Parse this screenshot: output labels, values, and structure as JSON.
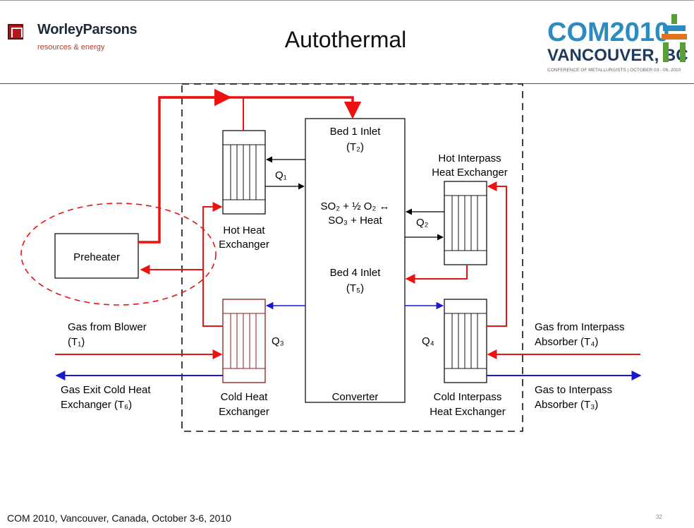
{
  "header": {
    "company_name": "WorleyParsons",
    "company_tagline": "resources & energy",
    "title": "Autothermal",
    "conference_logo": {
      "line1": "COM2010",
      "line2": "VANCOUVER, BC",
      "line3": "CONFERENCE OF METALLURGISTS | OCTOBER 03 - 06, 2010"
    }
  },
  "diagram": {
    "converter": {
      "bed1_label": "Bed 1 Inlet",
      "bed1_temp": "(T₂)",
      "reaction_line1": "SO₂ + ½ O₂ ↔",
      "reaction_line2": "SO₃ + Heat",
      "bed4_label": "Bed 4 Inlet",
      "bed4_temp": "(T₅)",
      "caption": "Converter"
    },
    "preheater": "Preheater",
    "hot_hx": {
      "line1": "Hot Heat",
      "line2": "Exchanger",
      "heat": "Q₁"
    },
    "cold_hx": {
      "line1": "Cold Heat",
      "line2": "Exchanger",
      "heat": "Q₃"
    },
    "hot_interpass_hx": {
      "line1": "Hot Interpass",
      "line2": "Heat Exchanger",
      "heat": "Q₂"
    },
    "cold_interpass_hx": {
      "line1": "Cold Interpass",
      "line2": "Heat Exchanger",
      "heat": "Q₄"
    },
    "streams": {
      "gas_from_blower_1": "Gas from Blower",
      "gas_from_blower_2": "(T₁)",
      "gas_exit_cold_1": "Gas Exit Cold Heat",
      "gas_exit_cold_2": "Exchanger (T₆)",
      "gas_from_interpass_1": "Gas from Interpass",
      "gas_from_interpass_2": "Absorber (T₄)",
      "gas_to_interpass_1": "Gas to Interpass",
      "gas_to_interpass_2": "Absorber (T₃)"
    },
    "colors": {
      "hot": "#ee1111",
      "cold": "#1a1acc",
      "line": "#000000",
      "cold_hx_border": "#8b1a1a"
    }
  },
  "footer": {
    "text": "COM 2010, Vancouver, Canada, October 3-6, 2010",
    "page": "32"
  }
}
